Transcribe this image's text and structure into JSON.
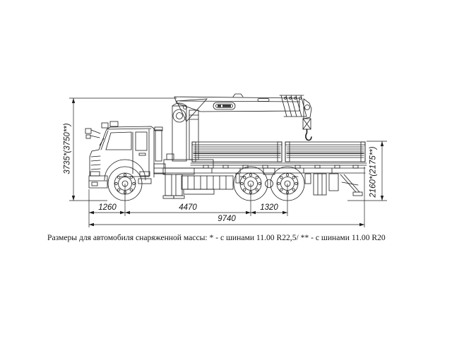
{
  "drawing": {
    "dimensions": {
      "height_overall": "3735*(3750**)",
      "height_platform": "2160*(2175**)",
      "front_overhang": "1260",
      "wheelbase": "4470",
      "bogie_spacing": "1320",
      "length_overall": "9740"
    },
    "caption": "Размеры для автомобиля снаряженной массы: * - с шинами 11.00 R22,5/ ** - с шинами 11.00 R20",
    "colors": {
      "line": "#1c1c1c",
      "background": "#ffffff"
    }
  }
}
